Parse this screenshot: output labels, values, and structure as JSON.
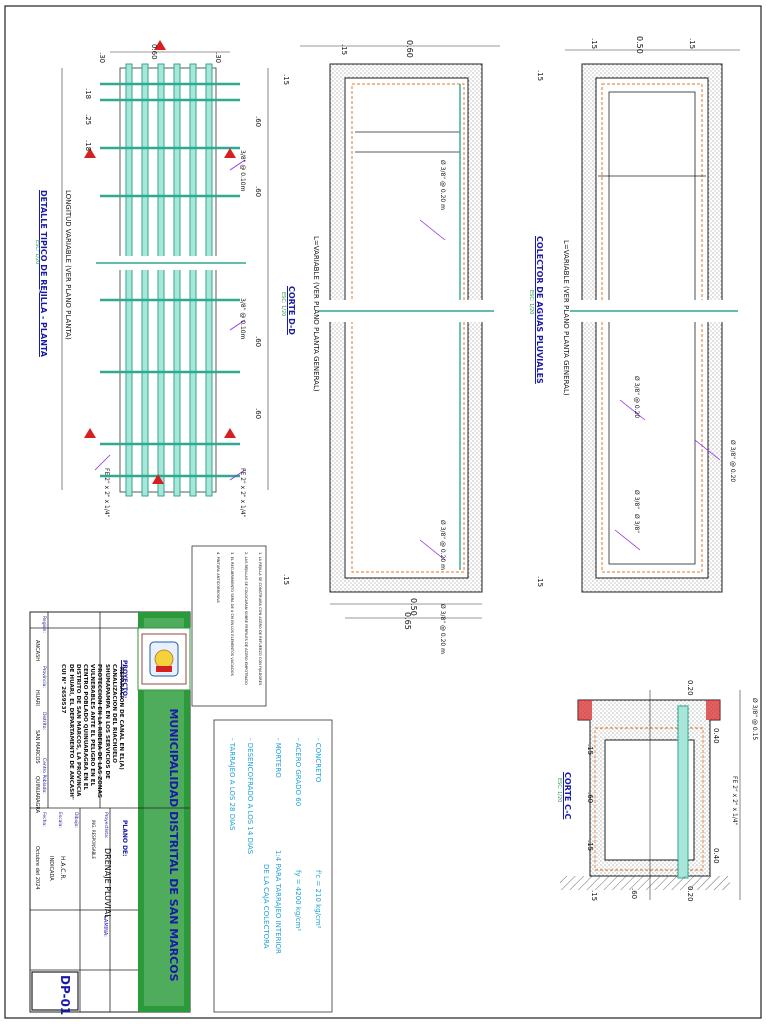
{
  "colors": {
    "concrete": "#2a2a2a",
    "rebar": "#2fa98f",
    "mesh": "#e07a2a",
    "leader": "#8a2be2",
    "dim": "#333333",
    "note_cyan": "#1a9fd6",
    "title_blue": "#1a1aa8",
    "title_green": "#2a9a3a",
    "mark_red": "#d62020"
  },
  "grate": {
    "title": "DETALLE TIPICO DE REJILLA - PLANTA",
    "scale": "ESC: 1/20",
    "length_label": "LONGITUD VARIABLE (VER PLANO PLANTA)",
    "dim_top": "0.60",
    "dim_left": ".30",
    "dim_right": ".30",
    "dim_18a": ".18",
    "dim_25": ".25",
    "dim_18b": ".18",
    "spacing": [
      ".60",
      ".60",
      ".60",
      ".60"
    ],
    "note_bar": "3/8\" @ 0.10m",
    "note_bar2": "3/8\" @ 0.10m",
    "note_edge": "FE 2\" x 2\" x 1/4\"",
    "note_edge2": "FE 2\" x 2\" x 1/4\""
  },
  "corte_d": {
    "title": "CORTE D-D",
    "scale": "ESC: 1/20",
    "length_label": "L=VARIABLE (VER PLANO PLANTA GENERAL)",
    "dim_width": "0.60",
    "dim_top_wall": ".15",
    "dim_left": ".15",
    "dim_right": ".15",
    "dim_bottom_1": "0.50",
    "dim_bottom_2": "0.65",
    "note_1": "Ø 3/8\" @ 0.20 m",
    "note_2": "Ø 3/8\" @ 0.20 m",
    "note_3": "Ø 3/8\" @ 0.20 m"
  },
  "colector": {
    "title": "COLECTOR DE AGUAS PLUVIALES",
    "scale": "ESC: 1/20",
    "length_label": "L=VARIABLE (VER PLANO PLANTA GENERAL)",
    "dim_width": "0.50",
    "dim_wall_l": ".15",
    "dim_wall_r": ".15",
    "dim_top": ".15",
    "dim_bottom": ".15",
    "note_1": "Ø 3/8\" @ 0.20",
    "note_2": "Ø 3/8\" @ 0.20",
    "note_3": "Ø 3/8\"",
    "note_4": "Ø 3/8\""
  },
  "corte_c": {
    "title": "CORTE C-C",
    "scale": "ESC: 1/20",
    "dims": {
      "d020a": "0.20",
      "d040a": "0.40",
      "d15a": ".15",
      "d60a": ".60",
      "d15b": ".15",
      "d040b": "0.40",
      "d020b": "0.20",
      "d15c": ".15",
      "d60b": ".60"
    },
    "note_top": "Ø 3/8\" @ 0.15",
    "note_frame": "FE 2\" x 2\" x 1/4\""
  },
  "notes_box": {
    "lines": [
      "1. LA REJILLA SE CONSTRUIRA CON ACERO DE REFUERZO CON FIJADORES",
      "2. LAS REJILLAS SE COLOCARAN SOBRE PERFILES DE ACERO EMPOTRADO",
      "3. EL RECUBRIMIENTO SERA DE 4 CM EN LOS ELEMENTOS VACIADOS",
      "4. PINTURA ANTICORROSIVA"
    ]
  },
  "specs": {
    "concreto_label": "- CONCRETO",
    "concreto_value": "f'c = 210 kg/cm²",
    "acero_label": "- ACERO   GRADO 60",
    "acero_value": "fy = 4200 kg/cm²",
    "mortero_label": "- MORTERO",
    "mortero_value": "1:4  PARA TARRAJEO INTERIOR",
    "mortero_value2": "DE LA CAJA COLECTORA",
    "desencofrado": "- DESENCOFRADO A LOS 14 DIAS",
    "tarrajeo": "- TARRAJEO A LOS 28 DIAS"
  },
  "title_block": {
    "municipality": "MUNICIPALIDAD DISTRITAL DE SAN MARCOS",
    "proyecto_label": "PROYECTO:",
    "proyecto_text": "\"REPARACION DE CANAL EN EL(A) CANALIZACION DEL RIACHUELO SHUMAPAMPA EN LOS SERVICIOS DE PROTECCION EN LA RIBERA DE LAS ZONAS VULNERABLES ANTE EL PELIGRO EN EL CENTRO POBLADO QUINUARAGRA EN EL DISTRITO DE SAN MARCOS, LA PROVINCIA DE HUARI, EL DEPARTAMENTO DE ANCASH\" CUI N° 2659537",
    "region_label": "Region:",
    "region_value": "ANCASH",
    "provincia_label": "Provincia:",
    "provincia_value": "HUARI",
    "distrito_label": "Distrito:",
    "distrito_value": "SAN MARCOS",
    "cp_label": "Centro Poblado:",
    "cp_value": "QUINUARAGRA",
    "plano_label": "PLANO DE:",
    "plano_value": "DRENAJE PLUVIAL",
    "proyectista_label": "Proyectista:",
    "proyectista_value": "ING. RESPONSABLE",
    "lamina_label": "LAMINA:",
    "lamina_value": "DP-01",
    "dibujo_label": "Dibujo:",
    "dibujo_value": "H.A.C.R.",
    "escala_label": "Escala:",
    "escala_value": "INDICADA",
    "fecha_label": "Fecha:",
    "fecha_value": "Octubre del 2024"
  }
}
